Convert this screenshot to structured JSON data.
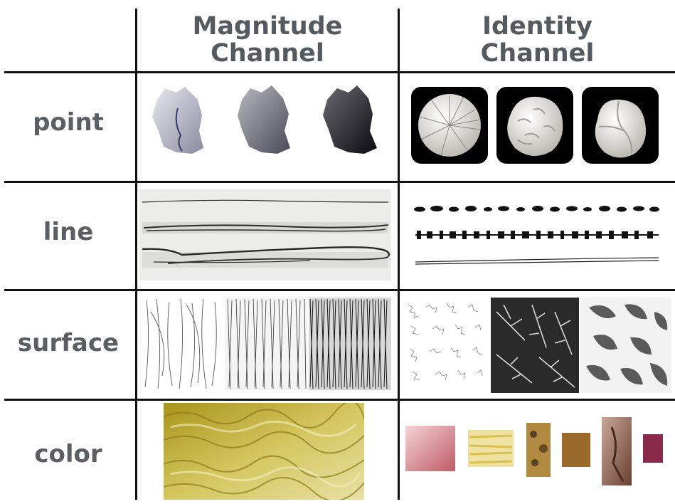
{
  "columns": {
    "magnitude": {
      "line1": "Magnitude",
      "line2": "Channel"
    },
    "identity": {
      "line1": "Identity",
      "line2": "Channel"
    }
  },
  "rows": [
    {
      "id": "point",
      "label": "point"
    },
    {
      "id": "line",
      "label": "line"
    },
    {
      "id": "surface",
      "label": "surface"
    },
    {
      "id": "color",
      "label": "color"
    }
  ],
  "colors": {
    "text": "#5b5f63",
    "rule": "#111111",
    "ochre": "#c9b84a",
    "rose": "#c9707a",
    "burgundy": "#7a1f3a",
    "copper": "#9a6a2c"
  },
  "swatches": [
    {
      "name": "pink-wash-swatch",
      "color": "#d88a90"
    },
    {
      "name": "yellow-stripe-swatch",
      "color": "#e8d878"
    },
    {
      "name": "mottled-brown-swatch",
      "color": "#b08a40"
    },
    {
      "name": "copper-swatch",
      "color": "#9a6a2c"
    },
    {
      "name": "rust-pattern-swatch",
      "color": "#a07a60"
    },
    {
      "name": "burgundy-swatch",
      "color": "#8a2a4a"
    }
  ]
}
